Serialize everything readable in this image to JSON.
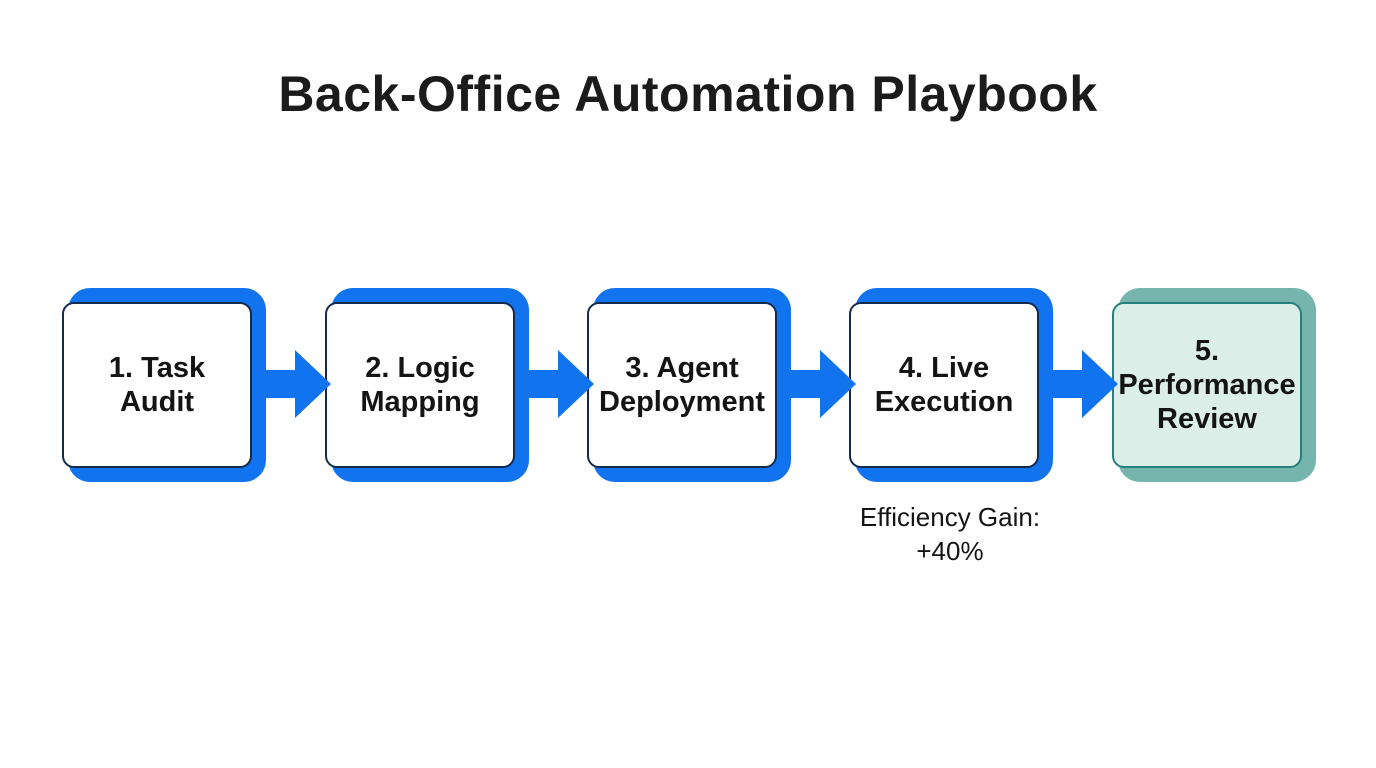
{
  "title": "Back-Office Automation Playbook",
  "steps": [
    {
      "label": "1. Task Audit",
      "lines": [
        "1. Task",
        "Audit"
      ]
    },
    {
      "label": "2. Logic Mapping",
      "lines": [
        "2. Logic",
        "Mapping"
      ]
    },
    {
      "label": "3. Agent Deployment",
      "lines": [
        "3. Agent",
        "Deployment"
      ]
    },
    {
      "label": "4. Live Execution",
      "lines": [
        "4. Live",
        "Execution"
      ]
    },
    {
      "label": "5. Performance Review",
      "lines": [
        "5.",
        "Performance",
        "Review"
      ],
      "highlighted": true
    }
  ],
  "annotation": {
    "label": "Efficiency Gain:",
    "value": "+40%"
  },
  "colors": {
    "accent_blue": "#1273EE",
    "box_border": "#132A4D",
    "box_fill": "#FFFFFF",
    "teal_backing": "#76B5AE",
    "teal_border": "#26807E",
    "teal_fill": "#DCEEE8",
    "text": "#141414",
    "background": "#FFFFFF"
  }
}
